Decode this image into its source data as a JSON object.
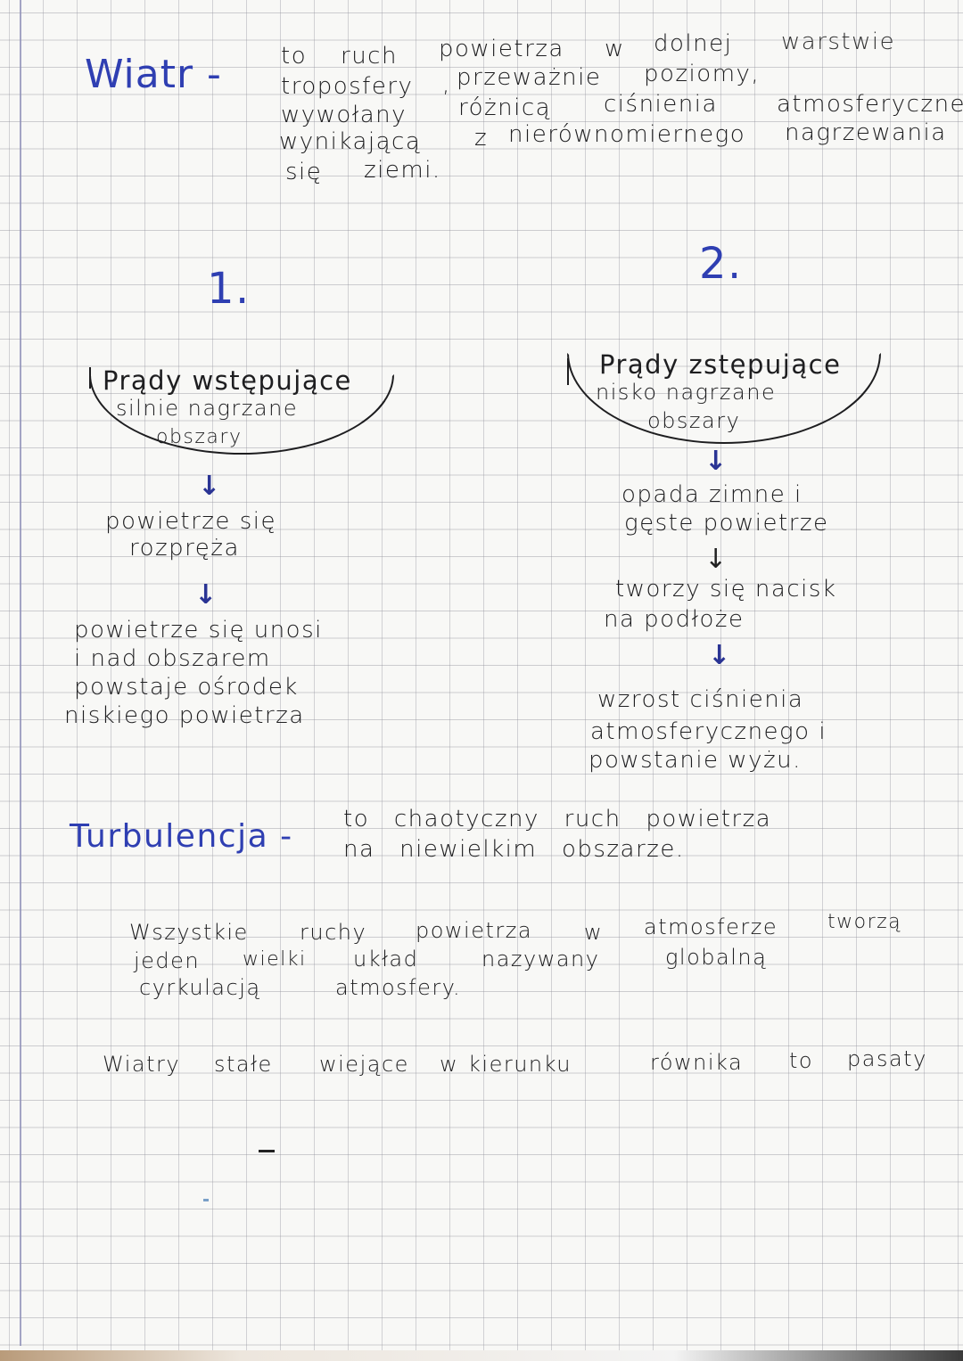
{
  "page": {
    "paper": "grid notebook",
    "ink_color": "#1e1e20",
    "accent_color": "#2f3fb2"
  },
  "definition_wind": {
    "term": "Wiatr -",
    "lines": [
      [
        "to",
        "ruch",
        "powietrza",
        "w",
        "dolnej",
        "warstwie"
      ],
      [
        "troposfery",
        ",",
        "przeważnie",
        "poziomy,"
      ],
      [
        "wywołany",
        "różnicą",
        "ciśnienia",
        "atmosferycznego"
      ],
      [
        "wynikającą",
        "z",
        "nierównomiernego",
        "nagrzewania"
      ],
      [
        "się",
        "ziemi."
      ]
    ],
    "line_text": [
      "to ruch powietrza w dolnej warstwie",
      "troposfery , przeważnie poziomy,",
      "wywołany różnicą ciśnienia atmosferycznego",
      "wynikającą z nierównomiernego nagrzewania",
      "się ziemi."
    ]
  },
  "diagram_1": {
    "number": "1.",
    "oval_lines": [
      "Prądy wstępujące",
      "silnie nagrzane",
      "obszary"
    ],
    "steps": [
      [
        "powietrze się",
        "rozpręża"
      ],
      [
        "powietrze się unosi",
        "i nad obszarem",
        "powstaje ośrodek",
        "niskiego powietrza"
      ]
    ]
  },
  "diagram_2": {
    "number": "2.",
    "oval_lines": [
      "Prądy zstępujące",
      "nisko nagrzane",
      "obszary"
    ],
    "steps": [
      [
        "opada zimne i",
        "gęste powietrze"
      ],
      [
        "tworzy się nacisk",
        "na podłoże"
      ],
      [
        "wzrost ciśnienia",
        "atmosferycznego i",
        "powstanie wyżu."
      ]
    ]
  },
  "definition_turbulence": {
    "term": "Turbulencja -",
    "lines": [
      "to chaotyczny ruch powietrza",
      "na niewielkim obszarze."
    ]
  },
  "global_circulation": {
    "lines": [
      "Wszystkie ruchy powietrza w atmosferze tworzą",
      "jeden wielki układ nazywany globalną",
      "cyrkulacją atmosfery."
    ],
    "line1_parts": [
      "Wszystkie",
      "ruchy",
      "powietrza",
      "w",
      "atmosferze",
      "tworzą"
    ],
    "line2_parts": [
      "jeden",
      "wielki",
      "układ",
      "nazywany",
      "globalną"
    ],
    "line3_parts": [
      "cyrkulacją",
      "atmosfery."
    ]
  },
  "trade_winds": {
    "parts": [
      "Wiatry",
      "stałe",
      "wiejące",
      "w",
      "kierunku",
      "równika",
      "to",
      "pasaty"
    ]
  },
  "icons": {
    "arrow_down": "↓"
  }
}
